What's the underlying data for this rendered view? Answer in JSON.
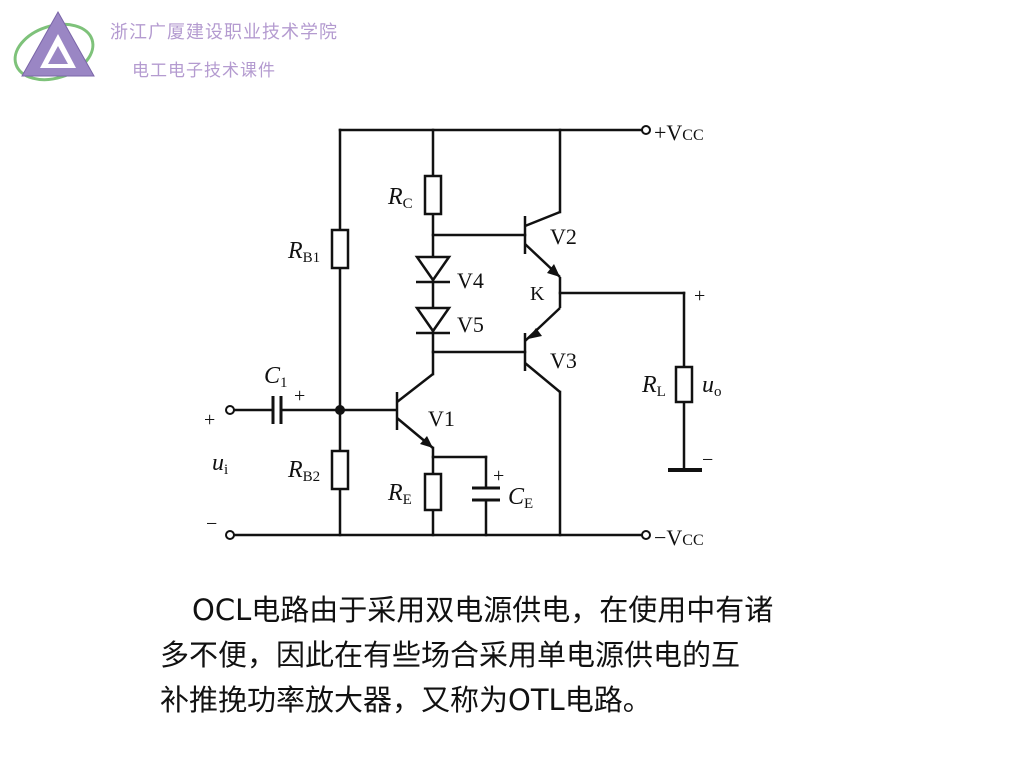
{
  "header": {
    "school": "浙江广厦建设职业技术学院",
    "course": "电工电子技术课件",
    "logo_icon": "triangle-ellipse-logo",
    "text_color": "#b49bd0"
  },
  "circuit": {
    "vcc_pos": "+V",
    "vcc_neg": "−V",
    "cc_sub": "CC",
    "r": "R",
    "c": "C",
    "u": "u",
    "sub_C": "C",
    "sub_B1": "B1",
    "sub_B2": "B2",
    "sub_E": "E",
    "sub_L": "L",
    "sub_1": "1",
    "sub_i": "i",
    "sub_o": "o",
    "v1": "V1",
    "v2": "V2",
    "v3": "V3",
    "v4": "V4",
    "v5": "V5",
    "k": "K",
    "plus": "+",
    "minus": "−"
  },
  "description": {
    "line1": "OCL电路由于采用双电源供电，在使用中有诸",
    "line2": "多不便，因此在有些场合采用单电源供电的互",
    "line3": "补推挽功率放大器，又称为OTL电路。"
  }
}
